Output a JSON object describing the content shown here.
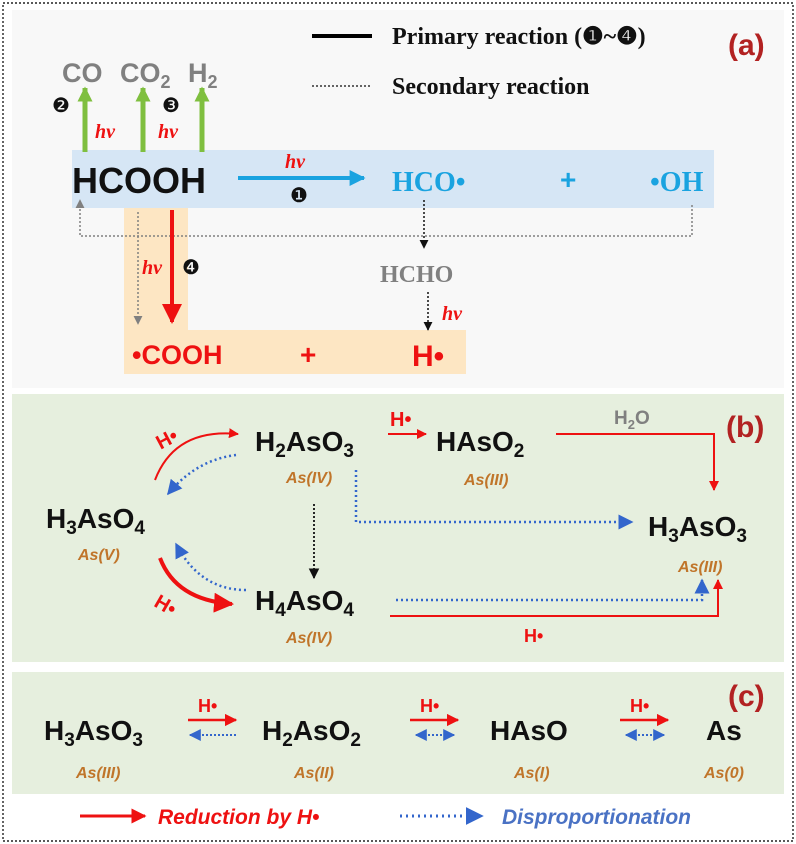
{
  "panels": {
    "a": {
      "label": "(a)"
    },
    "b": {
      "label": "(b)"
    },
    "c": {
      "label": "(c)"
    }
  },
  "legend_top": {
    "primary": "Primary reaction (❶~❹)",
    "secondary": "Secondary reaction"
  },
  "legend_bottom": {
    "reduction": "Reduction by H•",
    "disproportionation": "Disproportionation"
  },
  "panel_a": {
    "products": {
      "co": "CO",
      "co2_main": "CO",
      "co2_sub": "2",
      "h2_main": "H",
      "h2_sub": "2"
    },
    "hv": "hv",
    "hcooh": "HCOOH",
    "hco": "HCO•",
    "plus": "+",
    "oh": "•OH",
    "hcho": "HCHO",
    "cooh": "•COOH",
    "h_radical": "H•",
    "markers": {
      "m1": "❶",
      "m2": "❷",
      "m3": "❸",
      "m4": "❹"
    }
  },
  "panel_b": {
    "h3aso4": {
      "parts": [
        "H",
        "3",
        "AsO",
        "4"
      ],
      "ox": "As(V)"
    },
    "h2aso3": {
      "parts": [
        "H",
        "2",
        "AsO",
        "3"
      ],
      "ox": "As(IV)"
    },
    "haso2": {
      "parts": [
        "HAsO",
        "2"
      ],
      "ox": "As(III)"
    },
    "h4aso4": {
      "parts": [
        "H",
        "4",
        "AsO",
        "4"
      ],
      "ox": "As(IV)"
    },
    "h3aso3": {
      "parts": [
        "H",
        "3",
        "AsO",
        "3"
      ],
      "ox": "As(III)"
    },
    "h2o": {
      "parts": [
        "H",
        "2",
        "O"
      ]
    },
    "h_dot": "H•"
  },
  "panel_c": {
    "h3aso3": {
      "parts": [
        "H",
        "3",
        "AsO",
        "3"
      ],
      "ox": "As(III)"
    },
    "h2aso2": {
      "parts": [
        "H",
        "2",
        "AsO",
        "2"
      ],
      "ox": "As(II)"
    },
    "haso": {
      "text": "HAsO",
      "ox": "As(I)"
    },
    "as": {
      "text": "As",
      "ox": "As(0)"
    },
    "h_dot": "H•"
  },
  "colors": {
    "red": "#ee1111",
    "blue": "#3366cc",
    "cyan": "#1aa3e0",
    "green": "#7fbf3f",
    "orange": "#c0752a",
    "gray": "#808080",
    "dark_red": "#b22222",
    "panel_a_bg": "#f8f8f8",
    "panel_green": "#e6efde",
    "band_blue": "#d6e6f5",
    "band_orange": "#fde6c3"
  }
}
